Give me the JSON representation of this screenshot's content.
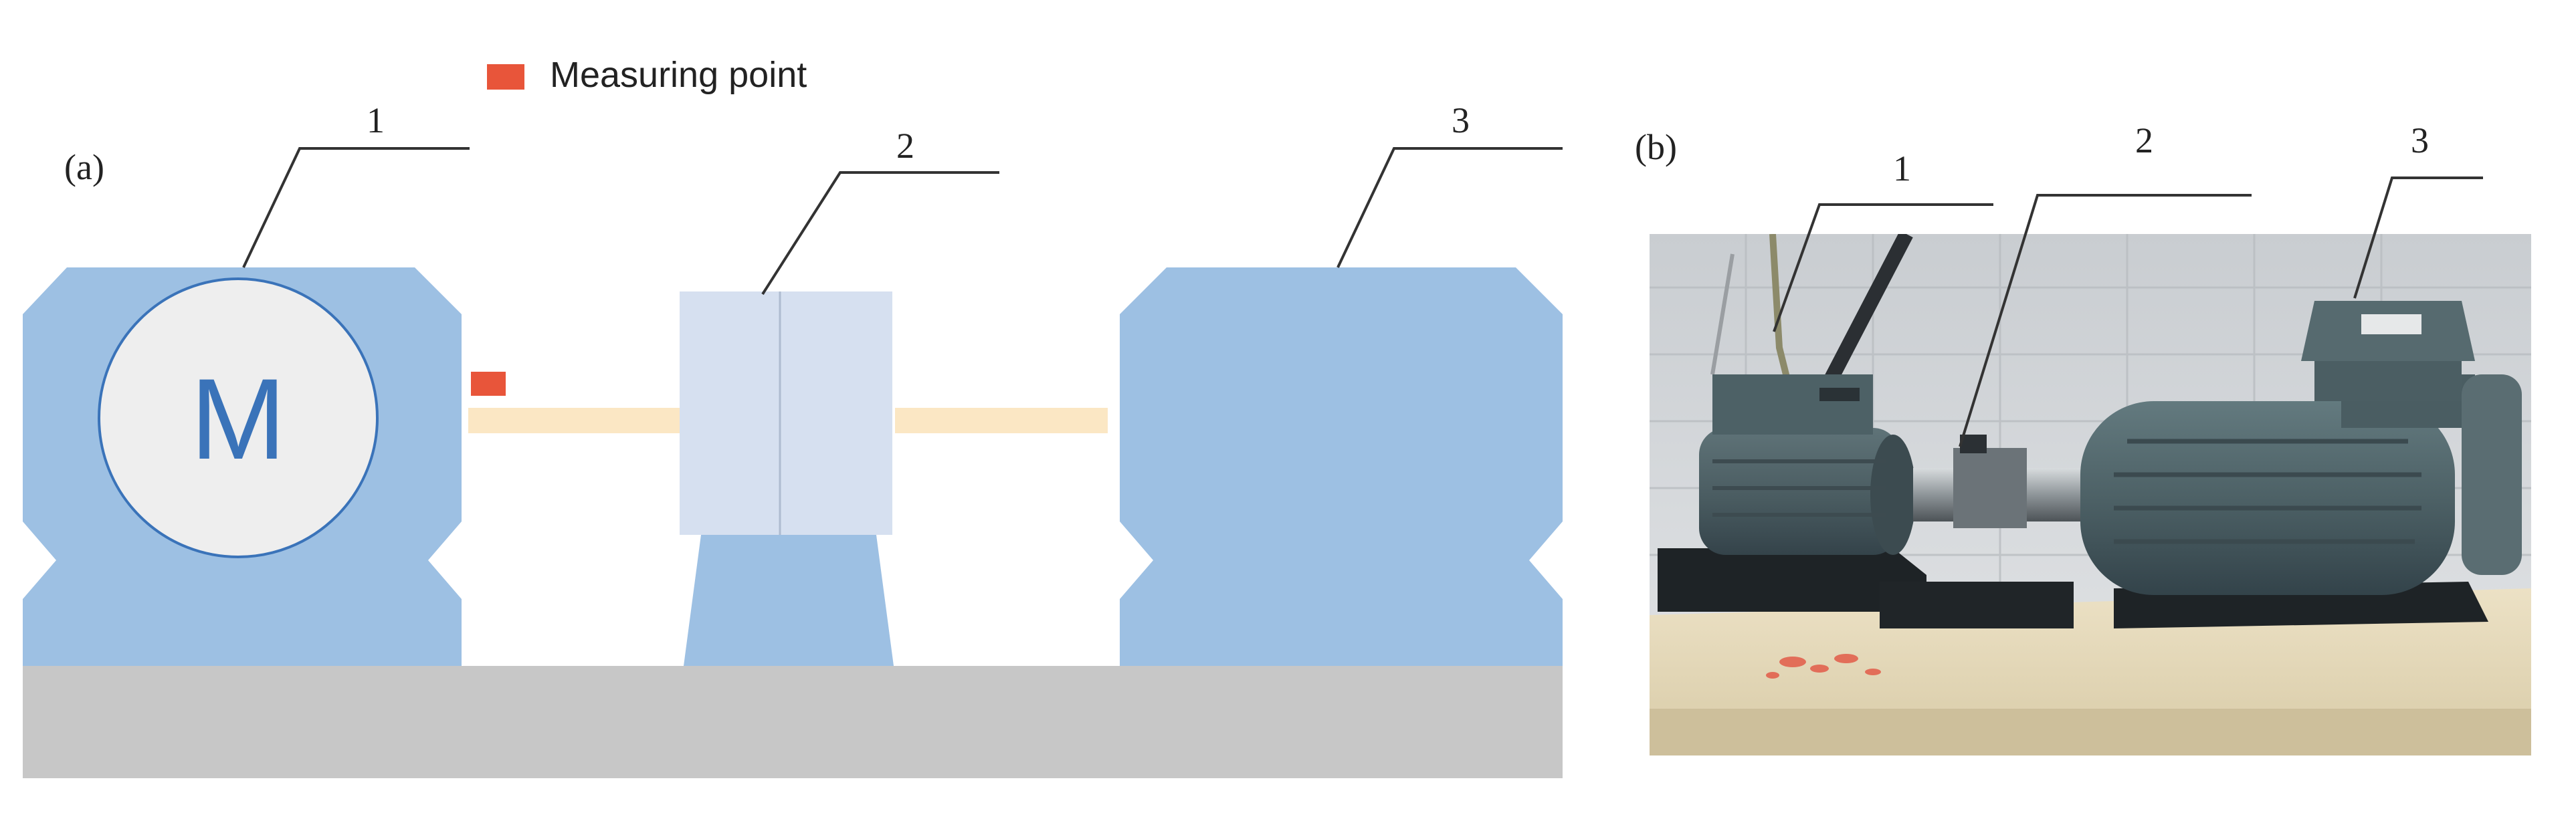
{
  "legend": {
    "label": "Measuring point",
    "color": "#e8553a"
  },
  "panel_a": {
    "label": "(a)",
    "motor_letter": "M",
    "callouts": [
      "1",
      "2",
      "3"
    ],
    "colors": {
      "housing": "#9dc0e3",
      "coupling": "#d6e0f0",
      "shaft": "#fbe7c4",
      "base": "#c7c7c7",
      "motor_face": "#eeeeee",
      "motor_ring": "#3a73b9",
      "leader": "#333333"
    }
  },
  "panel_b": {
    "label": "(b)",
    "callouts": [
      "1",
      "2",
      "3"
    ]
  }
}
